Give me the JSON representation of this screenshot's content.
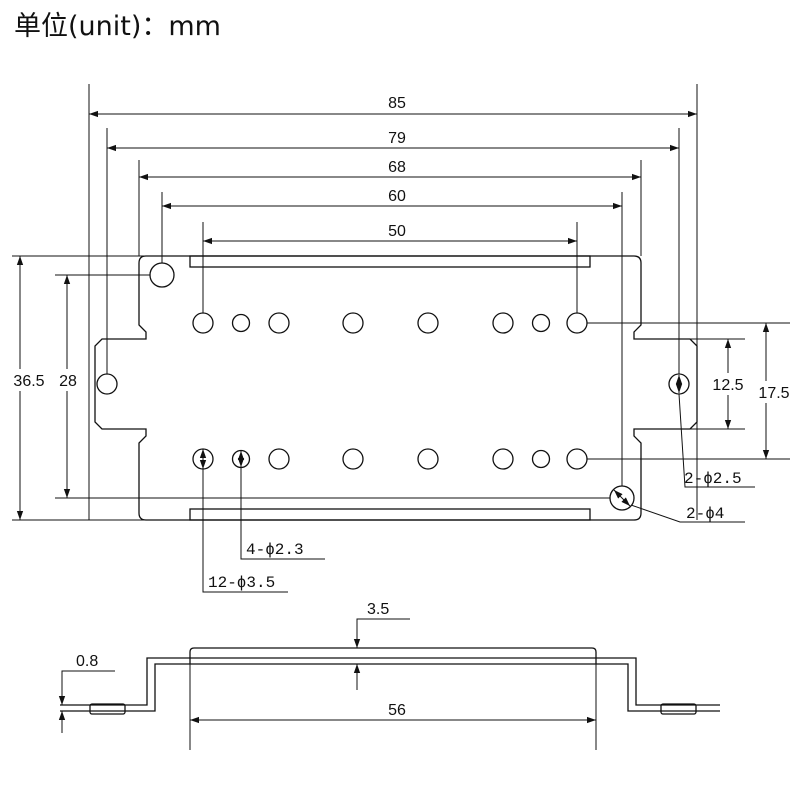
{
  "caption": "单位(unit)：mm",
  "top_view": {
    "dimensions": {
      "d85": "85",
      "d79": "79",
      "d68": "68",
      "d60": "60",
      "d50": "50",
      "d36_5": "36.5",
      "d28": "28",
      "d17_5": "17.5",
      "d12_5": "12.5"
    },
    "callouts": {
      "small_mount_holes": "2-ϕ2.5",
      "corner_holes": "2-ϕ4",
      "small_pole_holes": "4-ϕ2.3",
      "pole_holes": "12-ϕ3.5"
    }
  },
  "side_view": {
    "dimensions": {
      "d3_5": "3.5",
      "d0_8": "0.8",
      "d56": "56"
    }
  }
}
